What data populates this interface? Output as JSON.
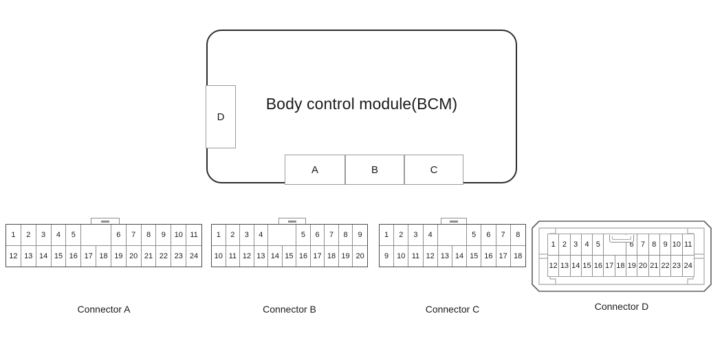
{
  "module": {
    "title": "Body control module(BCM)",
    "ports": {
      "d": "D",
      "a": "A",
      "b": "B",
      "c": "C"
    }
  },
  "connectors": [
    {
      "id": "a",
      "label": "Connector A",
      "columns": 12,
      "top_row": [
        "1",
        "2",
        "3",
        "4",
        "5",
        "",
        "",
        "6",
        "7",
        "8",
        "9",
        "10",
        "11"
      ],
      "bottom_row": [
        "12",
        "13",
        "14",
        "15",
        "16",
        "17",
        "18",
        "19",
        "20",
        "21",
        "22",
        "23",
        "24"
      ],
      "has_key_tab": true,
      "housing": false
    },
    {
      "id": "b",
      "label": "Connector B",
      "columns": 10,
      "top_row": [
        "1",
        "2",
        "3",
        "4",
        "",
        "",
        "5",
        "6",
        "7",
        "8",
        "9"
      ],
      "bottom_row": [
        "10",
        "11",
        "12",
        "13",
        "14",
        "15",
        "16",
        "17",
        "18",
        "19",
        "20"
      ],
      "has_key_tab": true,
      "housing": false
    },
    {
      "id": "c",
      "label": "Connector C",
      "columns": 9,
      "top_row": [
        "1",
        "2",
        "3",
        "4",
        "",
        "",
        "5",
        "6",
        "7",
        "8"
      ],
      "bottom_row": [
        "9",
        "10",
        "11",
        "12",
        "13",
        "14",
        "15",
        "16",
        "17",
        "18"
      ],
      "has_key_tab": true,
      "housing": false
    },
    {
      "id": "d",
      "label": "Connector D",
      "columns": 12,
      "top_row": [
        "1",
        "2",
        "3",
        "4",
        "5",
        "",
        "",
        "6",
        "7",
        "8",
        "9",
        "10",
        "11"
      ],
      "bottom_row": [
        "12",
        "13",
        "14",
        "15",
        "16",
        "17",
        "18",
        "19",
        "20",
        "21",
        "22",
        "23",
        "24"
      ],
      "has_key_tab": true,
      "housing": true
    }
  ],
  "colors": {
    "background": "#ffffff",
    "outline_dark": "#2b2b2b",
    "outline_mid": "#4a4a4a",
    "outline_light": "#8d8d8d",
    "text": "#1a1a1a"
  }
}
